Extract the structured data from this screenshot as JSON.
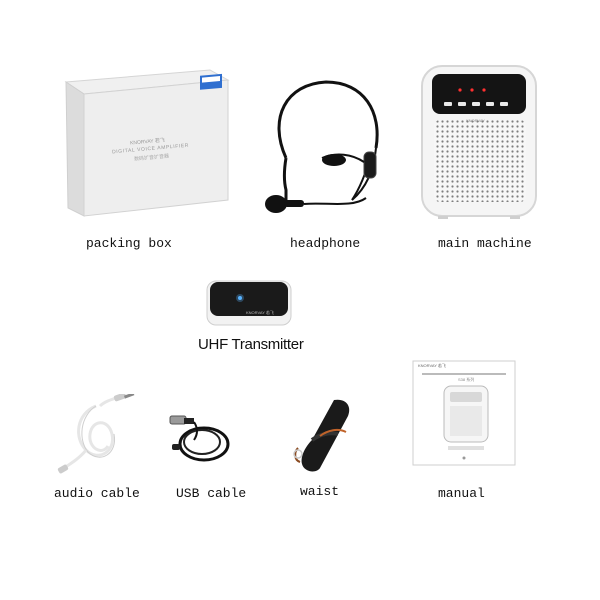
{
  "products": {
    "packing_box": {
      "label": "packing box",
      "brand": "KNORVAY 若飞",
      "product_name": "DIGITAL VOICE AMPLIFIER",
      "cn_name": "数码扩音扩音器"
    },
    "headphone": {
      "label": "headphone"
    },
    "main_machine": {
      "label": "main machine",
      "brand": "KNORVAY"
    },
    "uhf_transmitter": {
      "label": "UHF Transmitter",
      "brand": "KNORVAY 若飞"
    },
    "audio_cable": {
      "label": "audio cable"
    },
    "usb_cable": {
      "label": "USB cable"
    },
    "waist": {
      "label": "waist"
    },
    "manual": {
      "label": "manual",
      "brand": "KNORVAY 若飞",
      "model": "S38 系列"
    }
  },
  "colors": {
    "background": "#ffffff",
    "device_white": "#f4f4f4",
    "device_black": "#141414",
    "box_gray": "#e6e6e6"
  }
}
